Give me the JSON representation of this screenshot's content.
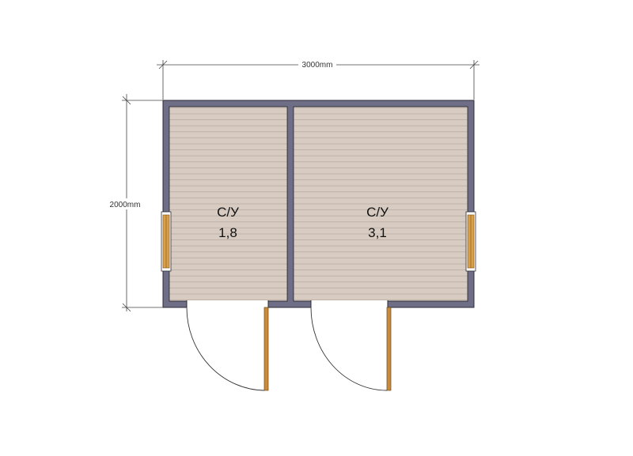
{
  "dimensions": {
    "width_label": "3000mm",
    "height_label": "2000mm"
  },
  "rooms": [
    {
      "name": "С/У",
      "area": "1,8"
    },
    {
      "name": "С/У",
      "area": "3,1"
    }
  ],
  "colors": {
    "wall": "#6e6e86",
    "wall_stroke": "#2b2b35",
    "floor": "#d8ccc2",
    "floor_line": "#b9aca2",
    "door": "#c98a3a",
    "dimension_line": "#444444"
  }
}
